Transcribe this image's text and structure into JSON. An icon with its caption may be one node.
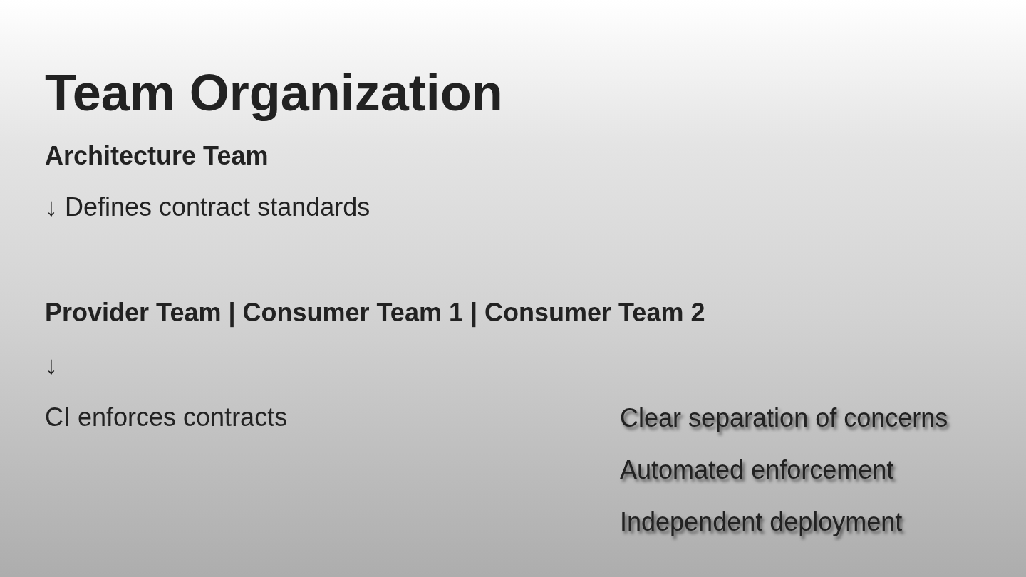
{
  "diagram": {
    "title": "Team Organization",
    "labels": [
      "Architecture Team",
      "↓ Defines contract standards",
      "Provider Team | Consumer Team 1 | Consumer Team 2",
      "↓",
      "CI enforces contracts",
      "Clear separation of concerns",
      "Automated enforcement",
      "Independent deployment"
    ]
  }
}
